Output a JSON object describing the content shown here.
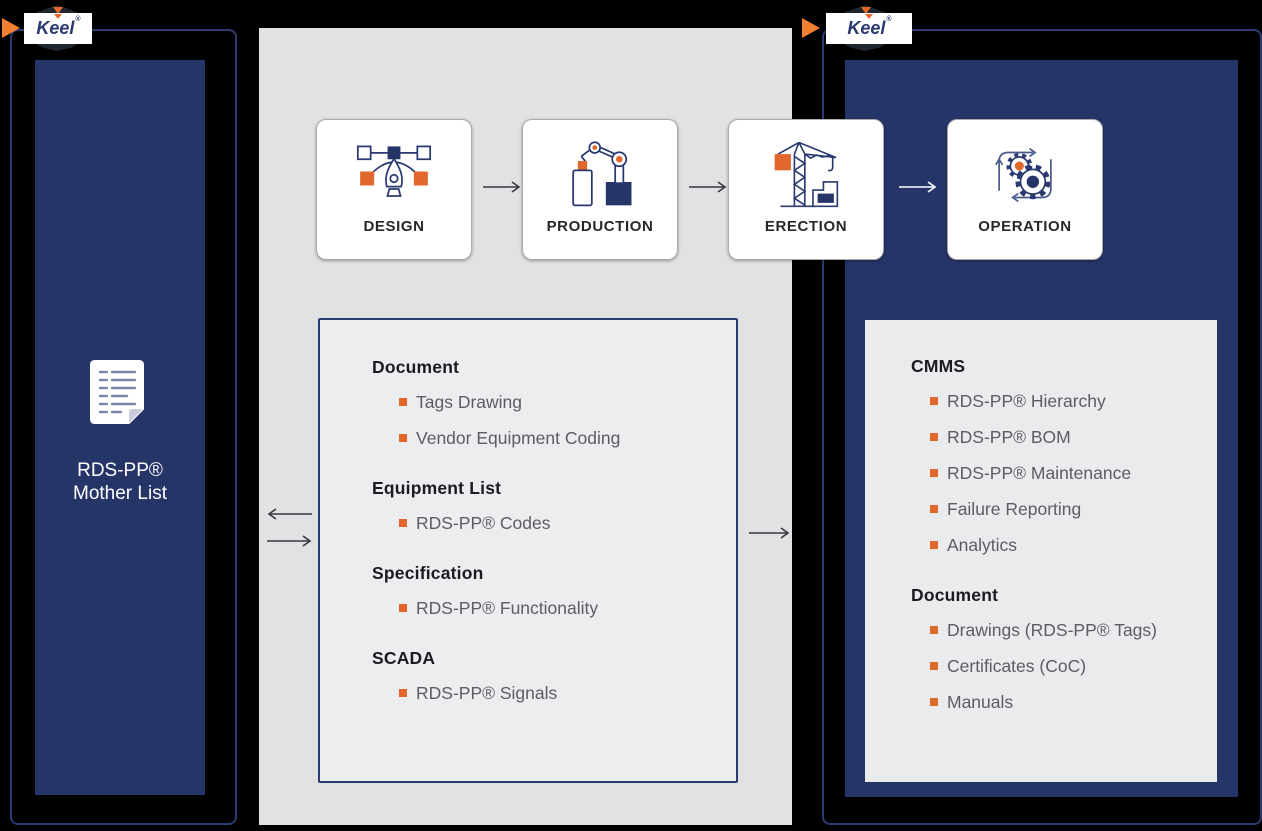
{
  "brand": {
    "wordmark": "Keel",
    "registered": "®"
  },
  "left_panel": {
    "icon": "document-icon",
    "title_line1": "RDS-PP®",
    "title_line2": "Mother List"
  },
  "stages": [
    {
      "label": "DESIGN",
      "icon": "pen-tool-icon"
    },
    {
      "label": "PRODUCTION",
      "icon": "robot-arm-icon"
    },
    {
      "label": "ERECTION",
      "icon": "crane-icon"
    },
    {
      "label": "OPERATION",
      "icon": "gears-cycle-icon"
    }
  ],
  "mid_box": {
    "sections": [
      {
        "title": "Document",
        "items": [
          "Tags Drawing",
          "Vendor Equipment Coding"
        ]
      },
      {
        "title": "Equipment List",
        "items": [
          "RDS-PP® Codes"
        ]
      },
      {
        "title": "Specification",
        "items": [
          "RDS-PP® Functionality"
        ]
      },
      {
        "title": "SCADA",
        "items": [
          "RDS-PP® Signals"
        ]
      }
    ]
  },
  "right_box": {
    "sections": [
      {
        "title": "CMMS",
        "items": [
          "RDS-PP® Hierarchy",
          "RDS-PP® BOM",
          "RDS-PP® Maintenance",
          "Failure Reporting",
          "Analytics"
        ]
      },
      {
        "title": "Document",
        "items": [
          "Drawings (RDS-PP® Tags)",
          "Certificates (CoC)",
          "Manuals"
        ]
      }
    ]
  },
  "colors": {
    "navy": "#263568",
    "outline_navy": "#2b3c72",
    "orange": "#e2672d",
    "panel_gray": "#e1e2e4",
    "box_gray": "#ecedef",
    "card_white": "#ffffff"
  }
}
